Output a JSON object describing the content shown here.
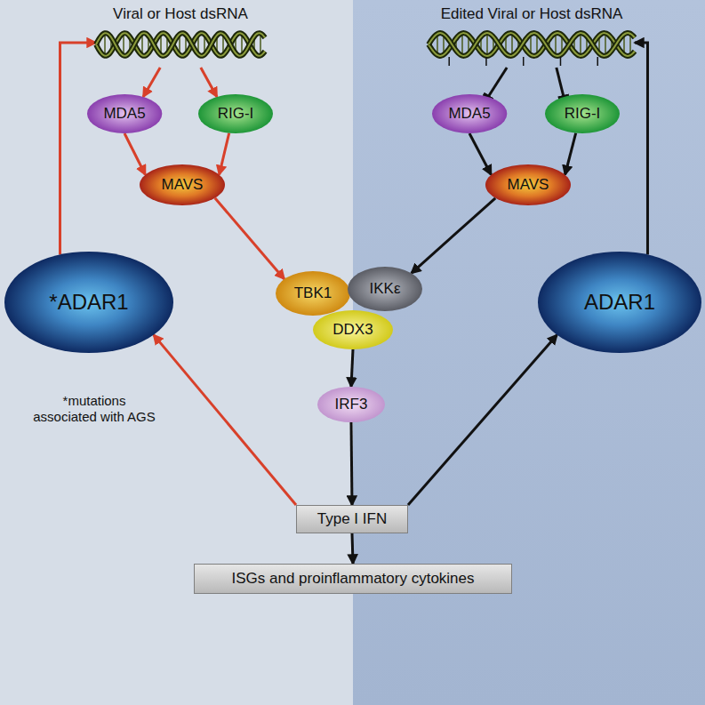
{
  "diagram": {
    "nodes": [
      {
        "text": [
          "Viral or Host dsRNA"
        ]
      },
      {
        "text": [
          "Edited Viral or Host dsRNA"
        ]
      },
      {
        "text": [
          "MDA5"
        ]
      },
      {
        "text": [
          "RIG-I"
        ]
      },
      {
        "text": [
          "MDA5"
        ]
      },
      {
        "text": [
          "RIG-I"
        ]
      },
      {
        "text": [
          "MAVS"
        ]
      },
      {
        "text": [
          "MAVS"
        ]
      },
      {
        "text": [
          "TBK1"
        ]
      },
      {
        "text": [
          "IKKε"
        ]
      },
      {
        "text": [
          "DDX3"
        ]
      },
      {
        "text": [
          "*ADAR1"
        ]
      },
      {
        "text": [
          "ADAR1"
        ]
      },
      {
        "text": [
          "IRF3"
        ]
      },
      {
        "text": [
          "Type I IFN"
        ]
      },
      {
        "text": [
          "ISGs and proinflammatory cytokines"
        ]
      }
    ],
    "edges": [
      {
        "from": 0,
        "to": 2,
        "arrow": "to"
      },
      {
        "from": 0,
        "to": 3,
        "arrow": "to"
      },
      {
        "from": 1,
        "to": 4,
        "arrow": "to"
      },
      {
        "from": 1,
        "to": 5,
        "arrow": "to"
      },
      {
        "from": 2,
        "to": 6,
        "arrow": "to"
      },
      {
        "from": 3,
        "to": 6,
        "arrow": "to"
      },
      {
        "from": 4,
        "to": 7,
        "arrow": "to"
      },
      {
        "from": 5,
        "to": 7,
        "arrow": "to"
      },
      {
        "from": 6,
        "to": 8,
        "arrow": "to"
      },
      {
        "from": 7,
        "to": 9,
        "arrow": "to"
      },
      {
        "from": 10,
        "to": 13,
        "arrow": "to"
      },
      {
        "from": 13,
        "to": 14,
        "arrow": "to"
      },
      {
        "from": 14,
        "to": 15,
        "arrow": "to"
      },
      {
        "from": 14,
        "to": 11,
        "arrow": "to"
      },
      {
        "from": 14,
        "to": 12,
        "arrow": "to"
      },
      {
        "from": 11,
        "to": 0,
        "arrow": "to"
      },
      {
        "from": 12,
        "to": 1,
        "arrow": "to"
      }
    ],
    "labels": [
      "*mutations associated with AGS"
    ]
  }
}
